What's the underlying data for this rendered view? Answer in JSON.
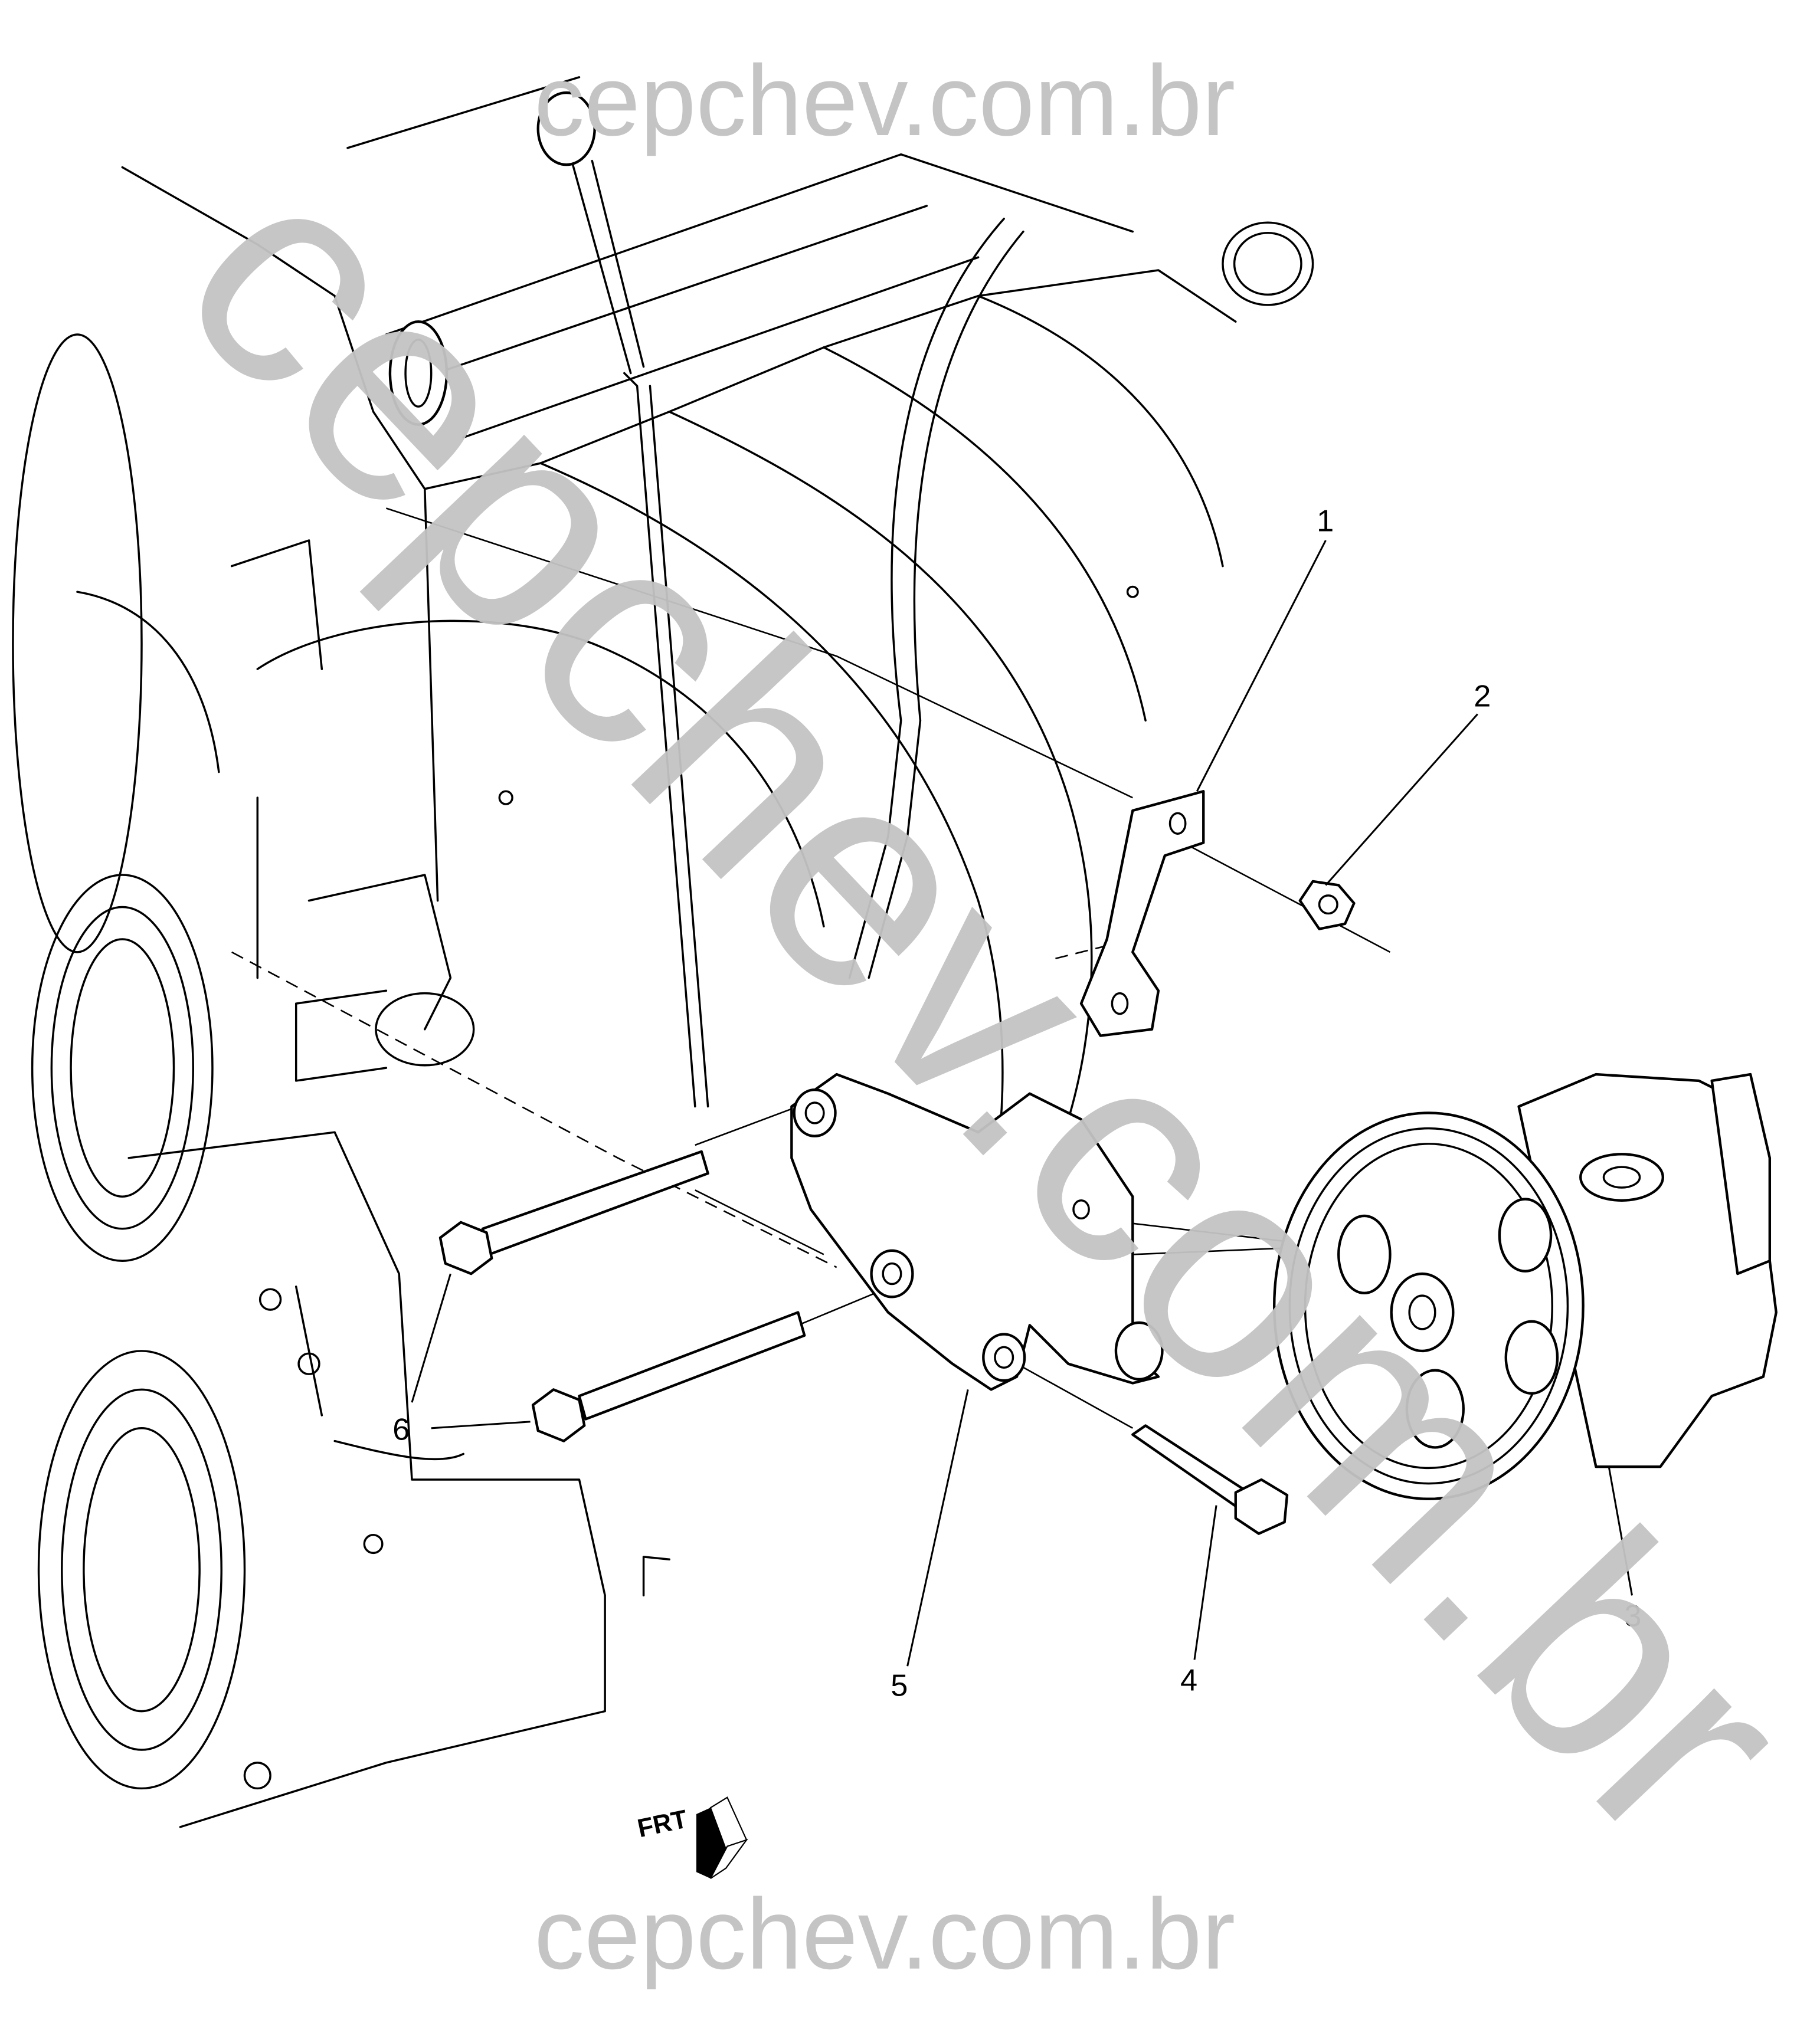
{
  "watermark": {
    "top": "cepchev.com.br",
    "bottom": "cepchev.com.br",
    "diagonal": "cepchev.com.br",
    "color": "#c4c4c4"
  },
  "callouts": [
    {
      "number": "1",
      "part": "bracket"
    },
    {
      "number": "2",
      "part": "nut"
    },
    {
      "number": "3",
      "part": "power-steering-pump"
    },
    {
      "number": "4",
      "part": "bolt"
    },
    {
      "number": "5",
      "part": "pump-bracket"
    },
    {
      "number": "6",
      "part": "stud-bolts"
    }
  ],
  "front_indicator": {
    "label": "FRT",
    "icon": "front-arrow-icon"
  }
}
